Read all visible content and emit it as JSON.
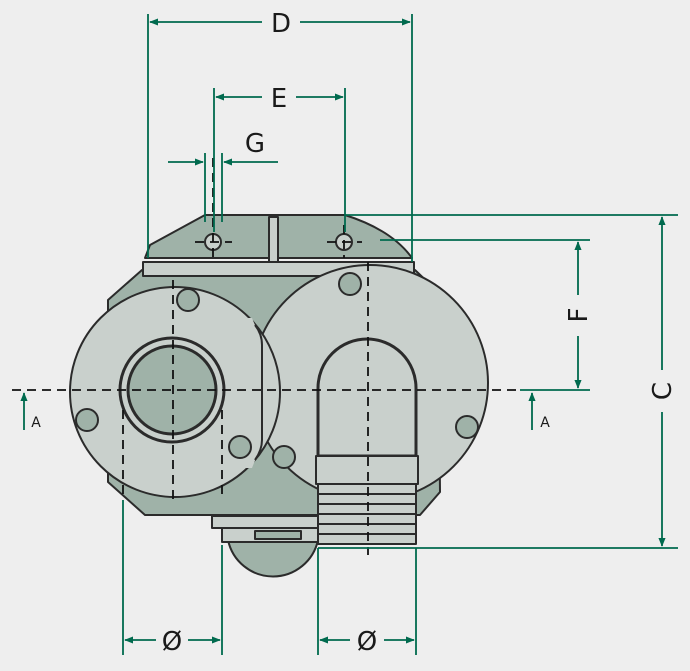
{
  "labels": {
    "d": "D",
    "e": "E",
    "g": "G",
    "f": "F",
    "c": "C",
    "section_left": "A",
    "section_right": "A",
    "diameter_left": "Ø",
    "diameter_right": "Ø"
  },
  "colors": {
    "background": "#eeeeee",
    "body_light": "#c9d0cc",
    "body_dark": "#9fb2a8",
    "outline": "#2b2b2b",
    "dimension": "#006a4e"
  }
}
